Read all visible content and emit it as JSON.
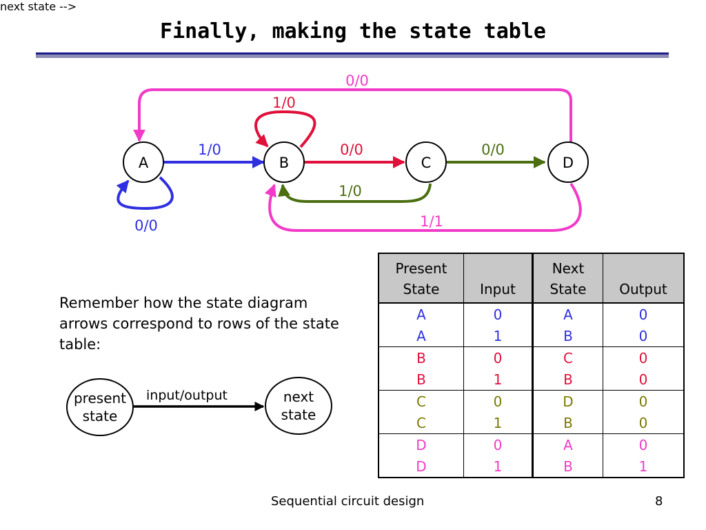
{
  "slide": {
    "title": "Finally, making the state table",
    "footer_text": "Sequential circuit design",
    "page_number": "8"
  },
  "colors": {
    "a": "#2f2fe0",
    "b": "#e0103a",
    "c": "#4a6e10",
    "d": "#f23ac8",
    "c_text": "#7a7a00",
    "header_bg": "#c8c8c8",
    "rule": "#1c1c8a"
  },
  "diagram": {
    "states": [
      "A",
      "B",
      "C",
      "D"
    ],
    "labels": {
      "a_self": "0/0",
      "a_to_b": "1/0",
      "b_self": "1/0",
      "b_to_c": "0/0",
      "c_to_d": "0/0",
      "c_to_b": "1/0",
      "d_to_a": "0/0",
      "d_to_b": "1/1"
    }
  },
  "note": {
    "text": "Remember how the state diagram arrows correspond to rows of the state table:"
  },
  "legend": {
    "present": "present\nstate",
    "next": "next\nstate",
    "arrow_label": "input/output"
  },
  "table": {
    "headers": [
      "Present\nState",
      "Input",
      "Next\nState",
      "Output"
    ],
    "rows": [
      [
        "A",
        "0",
        "A",
        "0"
      ],
      [
        "A",
        "1",
        "B",
        "0"
      ],
      [
        "B",
        "0",
        "C",
        "0"
      ],
      [
        "B",
        "1",
        "B",
        "0"
      ],
      [
        "C",
        "0",
        "D",
        "0"
      ],
      [
        "C",
        "1",
        "B",
        "0"
      ],
      [
        "D",
        "0",
        "A",
        "0"
      ],
      [
        "D",
        "1",
        "B",
        "1"
      ]
    ]
  }
}
